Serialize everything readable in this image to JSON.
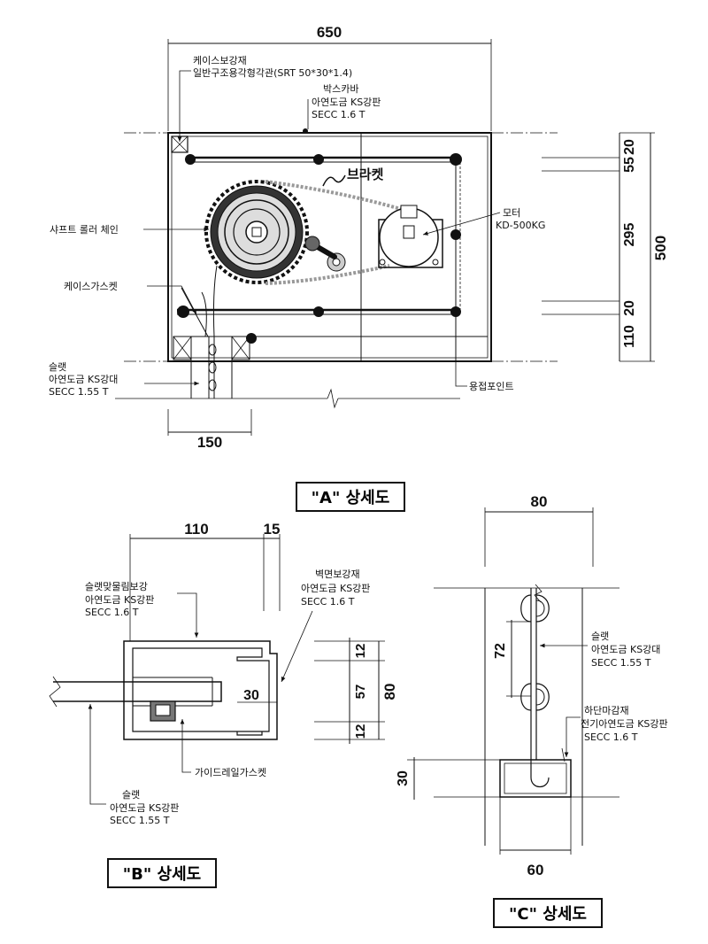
{
  "sectionA": {
    "title": "\"A\" 상세도",
    "dim_width": "650",
    "dim_height": "500",
    "dim_20a": "20",
    "dim_55": "55",
    "dim_295": "295",
    "dim_20b": "20",
    "dim_110": "110",
    "dim_bottom": "150",
    "case_reinforce_1": "케이스보강재",
    "case_reinforce_2": "일반구조용각형각관(SRT 50*30*1.4)",
    "boxbar_1": "박스카바",
    "boxbar_2": "아연도금 KS강판",
    "boxbar_3": "SECC 1.6 T",
    "bracket": "브라켓",
    "motor_1": "모터",
    "motor_2": "KD-500KG",
    "shaft": "샤프트 롤러 체인",
    "case_gasket": "케이스가스켓",
    "slat_1": "슬랫",
    "slat_2": "아연도금 KS강대",
    "slat_3": "SECC 1.55 T",
    "weld": "용접포인트"
  },
  "sectionB": {
    "title": "\"B\" 상세도",
    "dim_110": "110",
    "dim_15": "15",
    "dim_30": "30",
    "dim_12a": "12",
    "dim_57": "57",
    "dim_12b": "12",
    "dim_80": "80",
    "slat_reinf_1": "슬랫맞물림보강",
    "slat_reinf_2": "아연도금 KS강판",
    "slat_reinf_3": "SECC 1.6 T",
    "wall_reinf_1": "벽면보강재",
    "wall_reinf_2": "아연도금 KS강판",
    "wall_reinf_3": "SECC 1.6 T",
    "guide_gasket": "가이드레일가스켓",
    "slat_1": "슬랫",
    "slat_2": "아연도금 KS강판",
    "slat_3": "SECC 1.55 T"
  },
  "sectionC": {
    "title": "\"C\" 상세도",
    "dim_80": "80",
    "dim_72": "72",
    "dim_30": "30",
    "dim_60": "60",
    "slat_1": "슬랫",
    "slat_2": "아연도금 KS강대",
    "slat_3": "SECC 1.55 T",
    "bottom_1": "하단마감재",
    "bottom_2": "전기아연도금 KS강판",
    "bottom_3": "SECC 1.6 T"
  }
}
